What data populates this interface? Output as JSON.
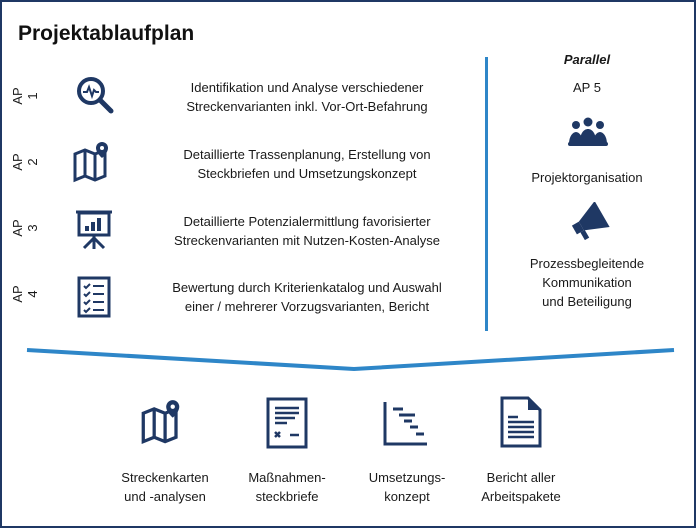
{
  "title": "Projektablaufplan",
  "packages": [
    {
      "label": "AP",
      "num": "1",
      "line1": "Identifikation und Analyse verschiedener",
      "line2": "Streckenvarianten inkl. Vor-Ort-Befahrung",
      "icon": "analysis-magnifier-icon"
    },
    {
      "label": "AP",
      "num": "2",
      "line1": "Detaillierte Trassenplanung, Erstellung von",
      "line2": "Steckbriefen und Umsetzungskonzept",
      "icon": "map-pin-icon"
    },
    {
      "label": "AP",
      "num": "3",
      "line1": "Detaillierte Potenzialermittlung favorisierter",
      "line2": "Streckenvarianten mit Nutzen-Kosten-Analyse",
      "icon": "presentation-chart-icon"
    },
    {
      "label": "AP",
      "num": "4",
      "line1": "Bewertung durch Kriterienkatalog und Auswahl",
      "line2": "einer / mehrerer Vorzugsvarianten, Bericht",
      "icon": "checklist-icon"
    }
  ],
  "parallel": {
    "heading": "Parallel",
    "ap": "AP 5",
    "item1": "Projektorganisation",
    "item2_l1": "Prozessbegleitende",
    "item2_l2": "Kommunikation",
    "item2_l3": "und Beteiligung"
  },
  "outputs": [
    {
      "l1": "Streckenkarten",
      "l2": "und -analysen",
      "icon": "map-pin-icon"
    },
    {
      "l1": "Maßnahmen-",
      "l2": "steckbriefe",
      "icon": "form-document-icon"
    },
    {
      "l1": "Umsetzungs-",
      "l2": "konzept",
      "icon": "gantt-chart-icon"
    },
    {
      "l1": "Bericht aller",
      "l2": "Arbeitspakete",
      "icon": "report-document-icon"
    }
  ],
  "colors": {
    "navy": "#1f3864",
    "accent": "#2e86c8"
  }
}
